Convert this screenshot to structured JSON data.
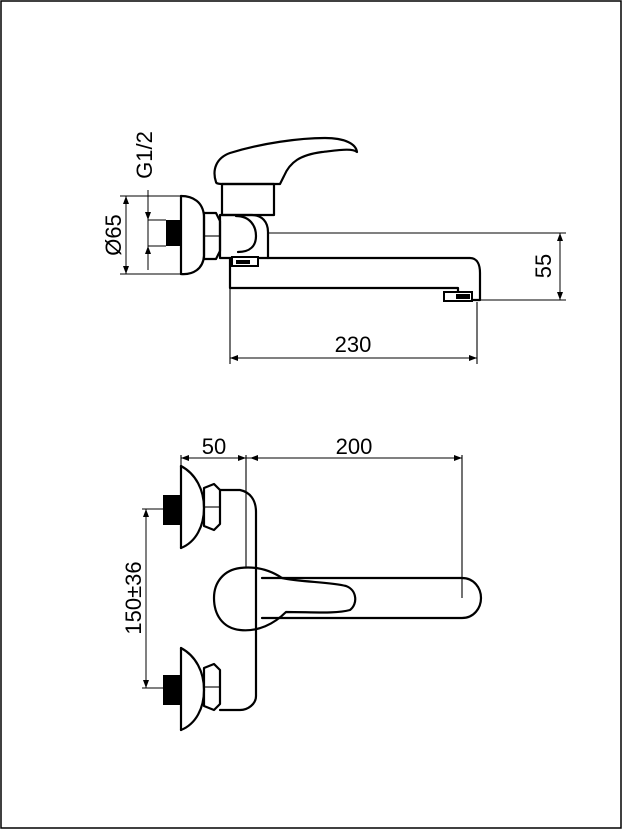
{
  "dimensions": {
    "thread": "G1/2",
    "flange_diameter": "Ø65",
    "spout_height": "55",
    "spout_reach_side": "230",
    "wall_offset": "50",
    "spout_reach_top": "200",
    "inlet_spacing": "150±36"
  },
  "colors": {
    "line": "#000000",
    "background": "#ffffff"
  }
}
